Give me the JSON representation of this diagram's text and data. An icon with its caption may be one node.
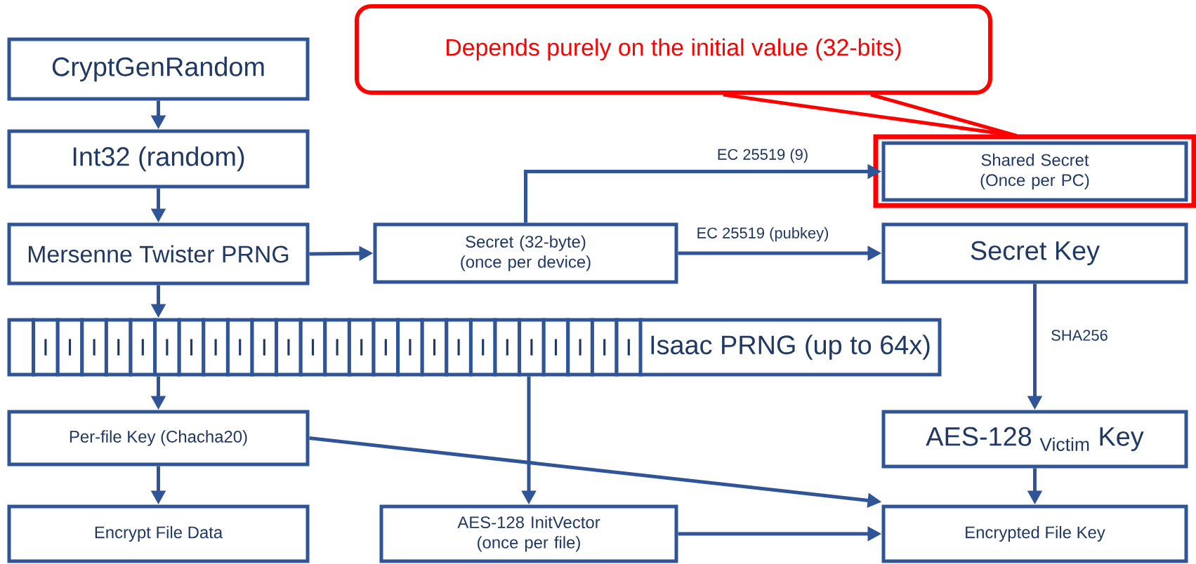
{
  "diagram": {
    "nodes": [
      {
        "text": [
          "Depends purely on the initial value (32-bits)"
        ]
      },
      {
        "text": [
          "CryptGenRandom"
        ]
      },
      {
        "text": [
          "Int32 (random)"
        ]
      },
      {
        "text": [
          "Mersenne Twister PRNG"
        ]
      },
      {
        "text": [
          "Secret (32-byte) (once per device)"
        ]
      },
      {
        "text": [],
        "shape": "box"
      },
      {
        "text": [
          "Shared Secret (Once per PC)"
        ],
        "in": 5
      },
      {
        "text": [
          "Secret Key"
        ]
      },
      {
        "text": [],
        "shape": "box"
      },
      {
        "text": [
          "I"
        ]
      },
      {
        "text": [
          "I"
        ]
      },
      {
        "text": [
          "I"
        ]
      },
      {
        "text": [
          "I"
        ]
      },
      {
        "text": [
          "I"
        ]
      },
      {
        "text": [
          "I"
        ]
      },
      {
        "text": [
          "I"
        ]
      },
      {
        "text": [
          "I"
        ]
      },
      {
        "text": [
          "I"
        ]
      },
      {
        "text": [
          "I"
        ]
      },
      {
        "text": [
          "I"
        ]
      },
      {
        "text": [
          "I"
        ]
      },
      {
        "text": [
          "I"
        ]
      },
      {
        "text": [
          "I"
        ]
      },
      {
        "text": [
          "I"
        ]
      },
      {
        "text": [
          "I"
        ]
      },
      {
        "text": [
          "I"
        ]
      },
      {
        "text": [
          "I"
        ]
      },
      {
        "text": [
          "I"
        ]
      },
      {
        "text": [
          "I"
        ]
      },
      {
        "text": [
          "I"
        ]
      },
      {
        "text": [
          "I"
        ]
      },
      {
        "text": [
          "I"
        ]
      },
      {
        "text": [
          "I"
        ]
      },
      {
        "text": [
          "I"
        ]
      },
      {
        "text": [
          "Isaac PRNG (up to 64x)"
        ]
      },
      {
        "text": [
          "Per-file Key (Chacha20)"
        ]
      },
      {
        "text": [
          "AES-128 $_{Victim}$ Key"
        ]
      },
      {
        "text": [
          "Encrypt File Data"
        ]
      },
      {
        "text": [
          "AES-128 InitVector (once per file)"
        ]
      },
      {
        "text": [
          "Encrypted File Key"
        ]
      }
    ],
    "edges": [
      {
        "from": 0,
        "to": 5,
        "arrow": "none",
        "color": "#ff0000"
      },
      {
        "from": 1,
        "to": 2,
        "arrow": "to"
      },
      {
        "from": 2,
        "to": 3,
        "arrow": "to"
      },
      {
        "from": 3,
        "to": 4,
        "arrow": "to"
      },
      {
        "from": 3,
        "to": 14,
        "arrow": "to"
      },
      {
        "from": 4,
        "to": 6,
        "arrow": "to",
        "label": "EC 25519 (9)"
      },
      {
        "from": 4,
        "to": 7,
        "arrow": "to",
        "label": "EC 25519 (pubkey)"
      },
      {
        "from": 7,
        "to": 36,
        "arrow": "to",
        "label": "SHA256"
      },
      {
        "from": 14,
        "to": 35,
        "arrow": "to"
      },
      {
        "from": 29,
        "to": 38,
        "arrow": "to"
      },
      {
        "from": 35,
        "to": 37,
        "arrow": "to"
      },
      {
        "from": 35,
        "to": 39,
        "arrow": "to"
      },
      {
        "from": 36,
        "to": 39,
        "arrow": "to"
      },
      {
        "from": 38,
        "to": 39,
        "arrow": "to"
      }
    ]
  }
}
